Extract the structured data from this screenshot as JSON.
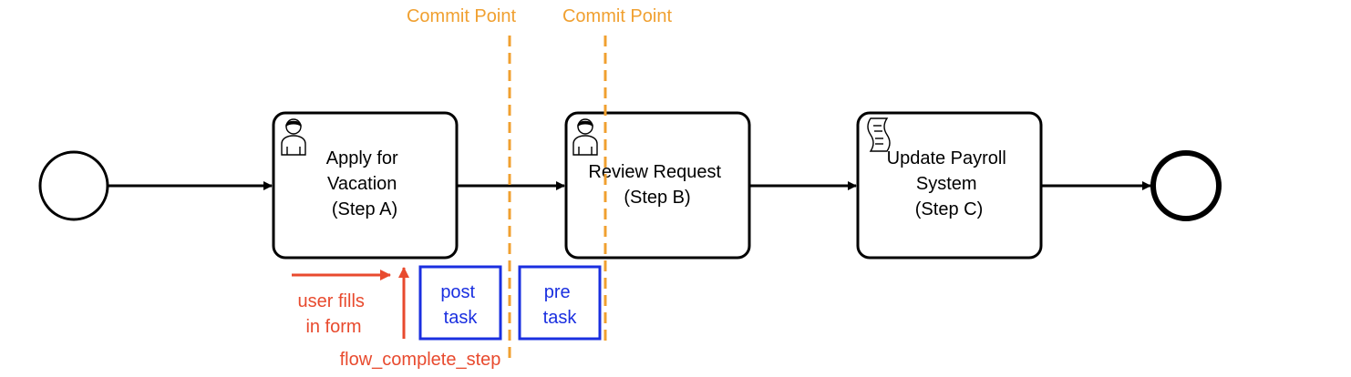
{
  "commit_points": [
    {
      "label": "Commit Point"
    },
    {
      "label": "Commit Point"
    }
  ],
  "tasks": [
    {
      "type": "user",
      "icon": "user-icon",
      "lines": [
        "Apply for",
        "Vacation",
        "(Step A)"
      ]
    },
    {
      "type": "user",
      "icon": "user-icon",
      "lines": [
        "Review Request",
        "(Step B)"
      ]
    },
    {
      "type": "script",
      "icon": "script-icon",
      "lines": [
        "Update Payroll",
        "System",
        "(Step C)"
      ]
    }
  ],
  "hooks": [
    {
      "lines": [
        "post",
        "task"
      ]
    },
    {
      "lines": [
        "pre",
        "task"
      ]
    }
  ],
  "annotations": {
    "user_fills": [
      "user fills",
      "in form"
    ],
    "flow_complete_step": "flow_complete_step"
  },
  "colors": {
    "stroke": "#000000",
    "commit": "#f0a030",
    "hook": "#1a2fe0",
    "annotation": "#e84a2e"
  }
}
